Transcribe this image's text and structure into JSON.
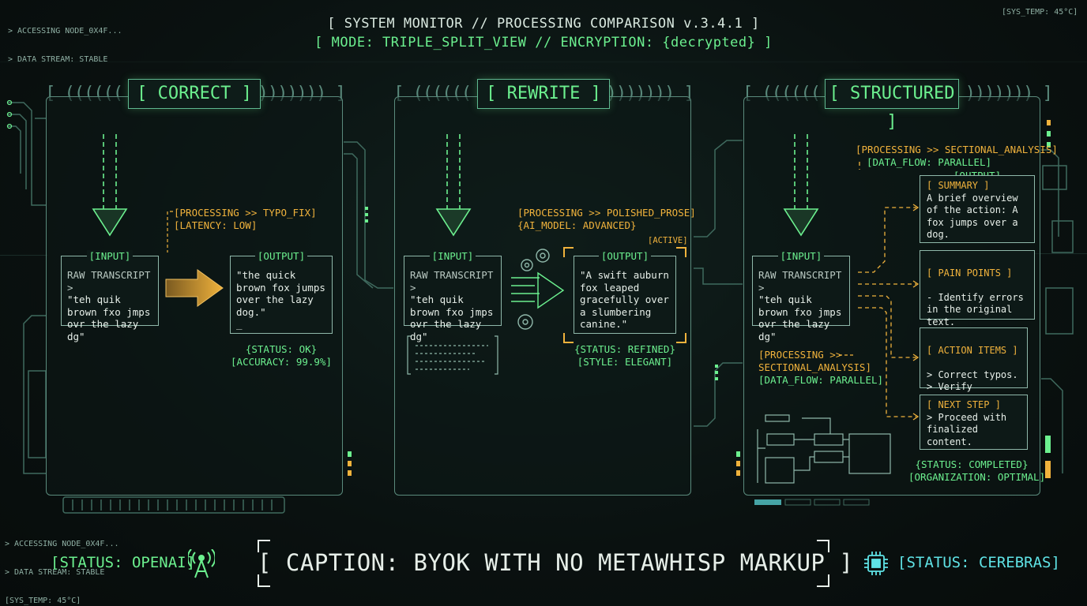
{
  "corner_logs": {
    "top_left": [
      "> ACCESSING NODE_0X4F...",
      "> DATA STREAM: STABLE"
    ],
    "top_right": "[SYS_TEMP: 45°C]",
    "bottom_left": [
      "> ACCESSING NODE_0X4F...",
      "> DATA STREAM: STABLE",
      "[SYS_TEMP: 45°C]"
    ]
  },
  "header": {
    "title": "[ SYSTEM MONITOR // PROCESSING COMPARISON v.3.4.1 ]",
    "mode": "[ MODE: TRIPLE_SPLIT_VIEW // ENCRYPTION: {decrypted} ]"
  },
  "panels": {
    "correct": {
      "title": "[ CORRECT ]",
      "processing": "[PROCESSING >> TYPO_FIX]",
      "latency": "[LATENCY: LOW]",
      "input_label": "[INPUT]",
      "input_head": "RAW TRANSCRIPT >",
      "input_text": "\"teh quik brown fxo jmps ovr the lazy dg\"",
      "output_label": "[OUTPUT]",
      "output_text": "\"the quick brown fox jumps over the lazy dog.\"",
      "cursor": "_",
      "status": "{STATUS: OK}",
      "accuracy": "[ACCURACY: 99.9%]"
    },
    "rewrite": {
      "title": "[ REWRITE ]",
      "processing": "[PROCESSING >> POLISHED_PROSE]",
      "model": "{AI_MODEL: ADVANCED}",
      "active": "[ACTIVE]",
      "input_label": "[INPUT]",
      "input_head": "RAW TRANSCRIPT >",
      "input_text": "\"teh quik brown fxo jmps ovr the lazy dg\"",
      "output_label": "[OUTPUT]",
      "output_text": "\"A swift auburn fox leaped gracefully over a slumbering canine.\"",
      "status": "{STATUS: REFINED}",
      "style": "[STYLE: ELEGANT]"
    },
    "structured": {
      "title": "[ STRUCTURED ]",
      "processing_top": "[PROCESSING >> SECTIONAL_ANALYSIS]",
      "flow_top": "[DATA_FLOW: PARALLEL]",
      "output_label": "[OUTPUT]",
      "input_label": "[INPUT]",
      "input_head": "RAW TRANSCRIPT >",
      "input_text": "\"teh quik brown fxo jmps ovr the lazy dg\"",
      "processing_left_1": "[PROCESSING >>",
      "processing_left_2": "SECTIONAL_ANALYSIS]",
      "flow_left": "[DATA_FLOW: PARALLEL]",
      "sections": [
        {
          "head": "[ SUMMARY ]",
          "body": "A brief overview of the action: A fox jumps over a dog."
        },
        {
          "head": "[ PAIN POINTS ]",
          "body": "- Identify errors in the original text.\n- Ensure clarity and accuracy."
        },
        {
          "head": "[ ACTION ITEMS ]",
          "body": "> Correct typos.\n> Verify sentence structure."
        },
        {
          "head": "[ NEXT STEP ]",
          "body": "> Proceed with finalized content."
        }
      ],
      "status": "{STATUS: COMPLETED}",
      "organization": "[ORGANIZATION: OPTIMAL]"
    }
  },
  "footer": {
    "left_status": "[STATUS: OPENAI]",
    "caption": "[ CAPTION: BYOK WITH NO METAWHISP MARKUP ]",
    "right_status": "[STATUS: CEREBRAS]"
  },
  "colors": {
    "accent_green": "#6cf08f",
    "accent_amber": "#f0b23c",
    "accent_cyan": "#5fe3e6",
    "frame": "#5a8a7c"
  },
  "icons": [
    "antenna-icon",
    "chip-icon",
    "gear-icon",
    "down-arrow-icon",
    "right-arrow-icon"
  ]
}
